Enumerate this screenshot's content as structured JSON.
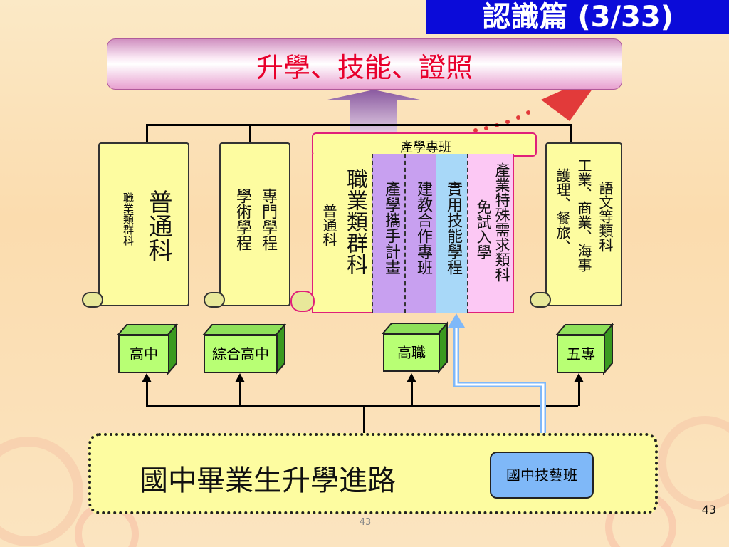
{
  "slide": {
    "title": "認識篇 (3/33)",
    "page_number": "43",
    "footer_number": "43"
  },
  "banner": {
    "text": "升學、技能、證照"
  },
  "scrolls": {
    "general": {
      "main": "普通科",
      "sub": "職業類群科"
    },
    "comprehensive": {
      "col1": "專門學程",
      "col2": "學術學程"
    },
    "vocational": {
      "header": "產學專班",
      "main": "職業類群科",
      "sub": "普通科",
      "strips": [
        "產學攜手計畫",
        "建教合作專班",
        "實用技能學程",
        "產業特殊需求類科",
        "免試入學"
      ]
    },
    "junior_college": {
      "col1": "語文等類科",
      "col2": "工業、商業、海事",
      "col3": "護理、餐旅、"
    }
  },
  "schools": {
    "senior_high": "高中",
    "comprehensive": "綜合高中",
    "vocational": "高職",
    "junior_college": "五專"
  },
  "bottom": {
    "main": "國中畢業生升學進路",
    "skill_class": "國中技藝班"
  },
  "colors": {
    "title_bar": "#0b0bd9",
    "banner_text": "#e8002c",
    "scroll_fill": "#fdfca0",
    "purple_strip": "#c8a0f0",
    "blue_strip": "#a8d8f8",
    "pink_strip": "#fcc8f4",
    "green_box": "#b8ff74",
    "skill_class": "#7fb8f8"
  }
}
